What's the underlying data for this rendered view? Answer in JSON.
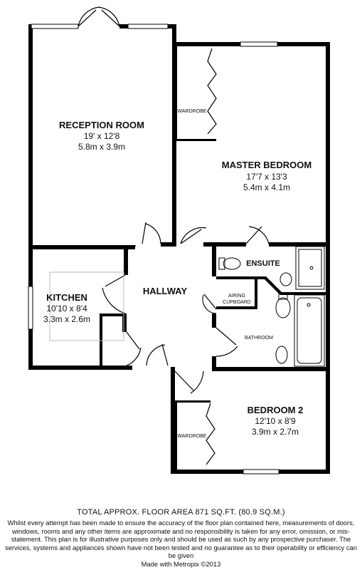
{
  "rooms": {
    "reception": {
      "name": "RECEPTION ROOM",
      "imperial": "19' x 12'8",
      "metric": "5.8m x 3.9m"
    },
    "master": {
      "name": "MASTER BEDROOM",
      "imperial": "17'7 x 13'3",
      "metric": "5.4m x 4.1m"
    },
    "kitchen": {
      "name": "KITCHEN",
      "imperial": "10'10 x 8'4",
      "metric": "3.3m x 2.6m"
    },
    "hallway": {
      "name": "HALLWAY"
    },
    "ensuite": {
      "name": "ENSUITE"
    },
    "bathroom": {
      "name": "BATHROOM"
    },
    "airing": {
      "line1": "AIRING",
      "line2": "CUPBOARD"
    },
    "bedroom2": {
      "name": "BEDROOM 2",
      "imperial": "12'10 x 8'9",
      "metric": "3.9m x 2.7m"
    },
    "wardrobe_master": {
      "name": "WARDROBE"
    },
    "wardrobe_bed2": {
      "name": "WARDROBE"
    }
  },
  "footer": {
    "total_area": "TOTAL APPROX. FLOOR AREA 871 SQ.FT. (80.9 SQ.M.)",
    "disclaimer": "Whilst every attempt has been made to ensure the accuracy of the floor plan contained here, measurements of doors, windows, rooms and any other items are approximate and no responsibility is taken for any error, omission, or mis-statement. This plan is for illustrative purposes only and should be used as such by any prospective purchaser. The services, systems and appliances shown have not been tested and no guarantee as to their operability or efficiency can be given",
    "credit": "Made with Metropix ©2013"
  }
}
